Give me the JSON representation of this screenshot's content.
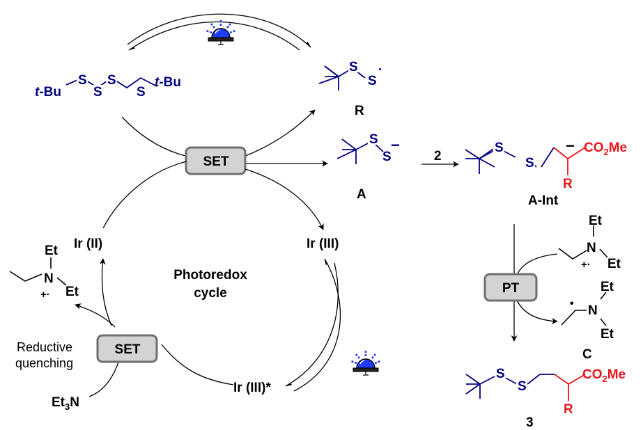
{
  "colors": {
    "sulfur_chain": "#000080",
    "substituent": "#e8161b",
    "lamp": "#1f3cff",
    "box_fill": "#d3d3d3",
    "box_stroke": "#6e6e6e"
  },
  "icons": [
    "blue-lamp-icon",
    "blue-lamp-icon"
  ],
  "tetrasulfide": {
    "left_prefix": "t",
    "left_suffix": "-Bu",
    "right_prefix": "t",
    "right_suffix": "-Bu",
    "s_atoms": [
      "S",
      "S",
      "S",
      "S"
    ]
  },
  "radical_R": {
    "s1": "S",
    "s2": "S",
    "radical_dot": "·",
    "label": "R"
  },
  "anion_A": {
    "s1": "S",
    "s2": "S",
    "charge": "−",
    "label": "A"
  },
  "step_reagent": "2",
  "adduct": {
    "s1": "S",
    "s2": "S",
    "charge": "−",
    "ester": "CO",
    "ester_sub": "2",
    "ester_end": "Me",
    "r_group": "R",
    "label": "A-Int"
  },
  "product": {
    "s1": "S",
    "s2": "S",
    "ester": "CO",
    "ester_sub": "2",
    "ester_end": "Me",
    "r_group": "R",
    "label": "3"
  },
  "boxes": {
    "set_top": "SET",
    "set_bottom": "SET",
    "pt": "PT"
  },
  "cycle": {
    "title_line1": "Photoredox",
    "title_line2": "cycle",
    "ir_ii": "Ir (II)",
    "ir_iii": "Ir (III)",
    "ir_iii_star": "Ir (III)*"
  },
  "quenching": {
    "line1": "Reductive",
    "line2": "quenching"
  },
  "et3n": {
    "base": "Et",
    "sub": "3",
    "end": "N"
  },
  "radical_cation_left": {
    "n": "N",
    "et_top": "Et",
    "et_right": "Et",
    "charge": "+·"
  },
  "radical_cation_right": {
    "n": "N",
    "et_top": "Et",
    "et_right": "Et",
    "charge": "+·"
  },
  "aminoalkyl_radical": {
    "n": "N",
    "et_top": "Et",
    "et_bottom": "Et",
    "radical_dot": "•",
    "label": "C"
  }
}
